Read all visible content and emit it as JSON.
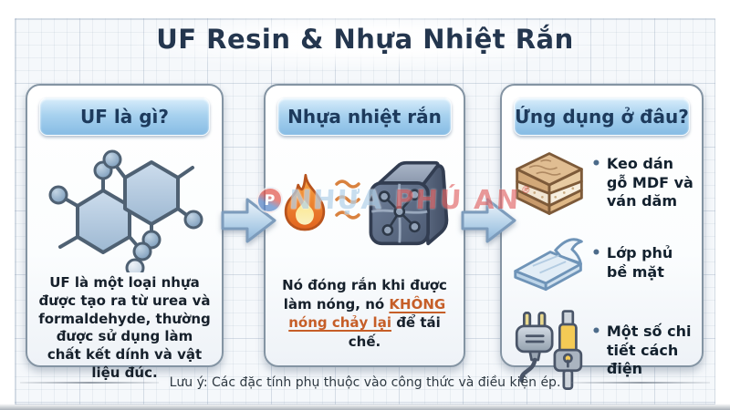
{
  "title": "UF Resin & Nhựa Nhiệt Rắn",
  "panels": {
    "what": {
      "header": "UF là gì?",
      "body": "UF là một loại nhựa được tạo ra từ urea và formaldehyde, thường được sử dụng làm chất kết dính và vật liệu đúc."
    },
    "thermoset": {
      "header": "Nhựa nhiệt rắn",
      "body_before": "Nó đóng rắn khi được làm nóng, nó ",
      "body_highlight": "KHÔNG nóng chảy lại",
      "body_after": " để tái chế."
    },
    "applications": {
      "header": "Ứng dụng ở đâu?",
      "bullet": "•",
      "items": [
        {
          "icon": "mdf-board-icon",
          "label": "Keo dán gỗ MDF và ván dăm"
        },
        {
          "icon": "laminate-sheet-icon",
          "label": "Lớp phủ bề mặt"
        },
        {
          "icon": "electric-plug-icon",
          "label": "Một số chi tiết cách điện"
        }
      ]
    }
  },
  "footer_note": "Lưu ý: Các đặc tính phụ thuộc vào công thức và điều kiện ép.",
  "watermark": {
    "logo_letter": "P",
    "brand_first": "NHỰA",
    "brand_second": "PHÚ AN",
    "registered": "®"
  },
  "colors": {
    "title_navy": "#24364e",
    "header_blue_top": "#d8edfb",
    "header_blue_bottom": "#86bce4",
    "highlight_orange": "#c65e28",
    "panel_border": "#8494a3",
    "watermark_red": "#dd5050",
    "watermark_blue": "#a8cbe6"
  }
}
